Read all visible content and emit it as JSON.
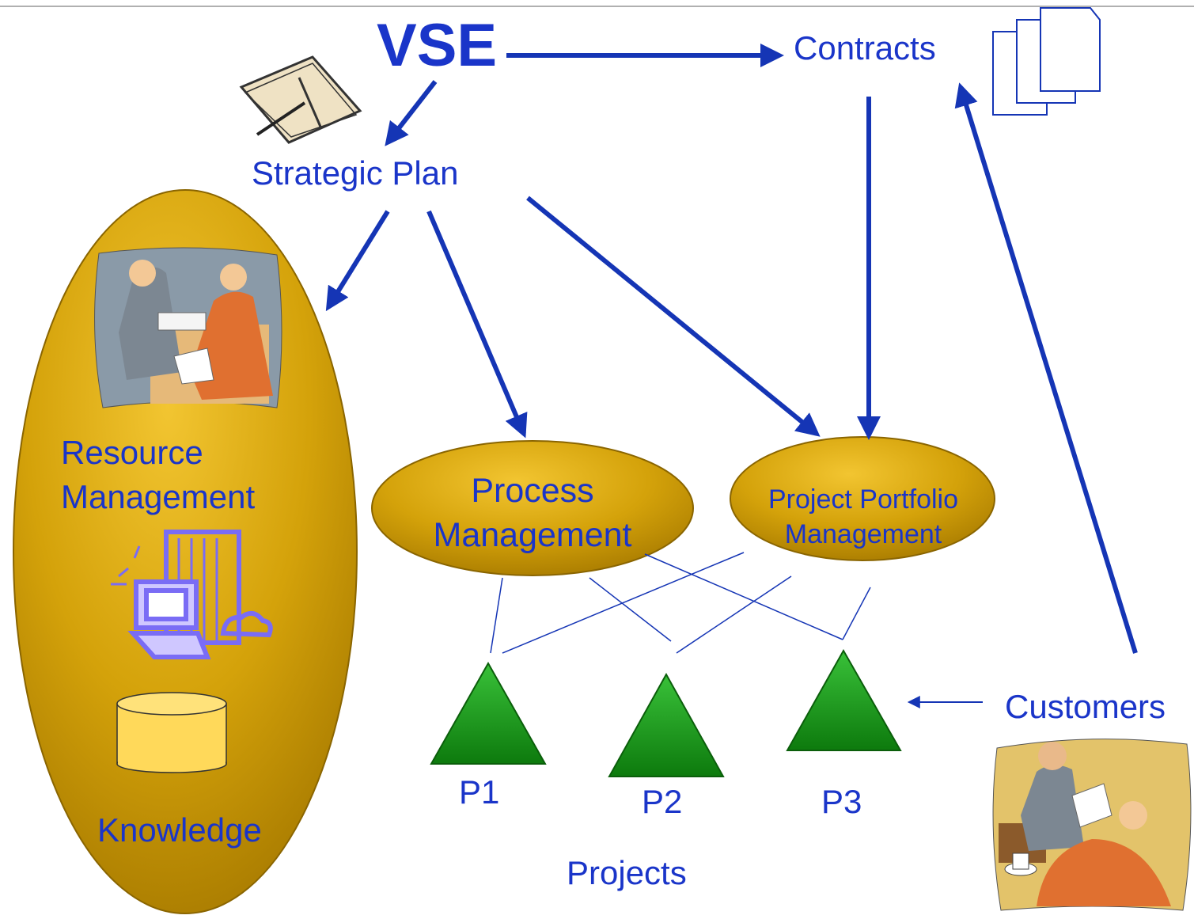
{
  "title": "VSE",
  "nodes": {
    "contracts": "Contracts",
    "strategic_plan": "Strategic Plan",
    "resource_management": "Resource\nManagement",
    "knowledge": "Knowledge",
    "process_management": "Process\nManagement",
    "project_portfolio_management": "Project Portfolio\nManagement",
    "customers": "Customers",
    "projects": "Projects"
  },
  "projects": [
    "P1",
    "P2",
    "P3"
  ],
  "colors": {
    "text_blue": "#1a35c9",
    "arrow_blue": "#1535b5",
    "gold": "#d4a20a",
    "gold_dark": "#7a5a00",
    "triangle_green": "#1e9c1e",
    "database_yellow": "#ffd95a"
  },
  "icons": [
    "diary-icon",
    "documents-icon",
    "business-meeting-icon",
    "computer-network-icon",
    "database-icon",
    "customer-meeting-icon"
  ]
}
